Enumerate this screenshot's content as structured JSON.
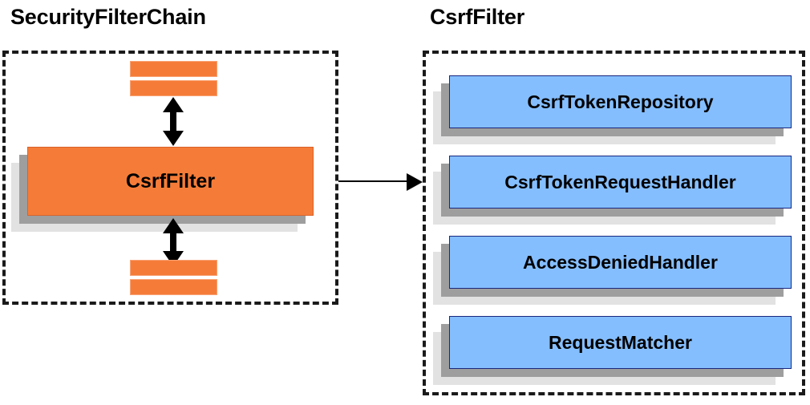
{
  "diagram": {
    "type": "component-block-diagram",
    "background_color": "#ffffff",
    "colors": {
      "orange_face": "#f57c38",
      "orange_border": "#d9622a",
      "blue_face": "#85beff",
      "blue_border": "#19277e",
      "shadow_mid": "#9e9e9e",
      "shadow_back": "#e2e2e2",
      "outline": "#1a1a1a",
      "text": "#000000"
    }
  },
  "left_panel": {
    "title": "SecurityFilterChain",
    "filter_box": {
      "label": "CsrfFilter"
    },
    "upper_bars": [
      {
        "name": "filter-bar-1"
      },
      {
        "name": "filter-bar-2"
      }
    ],
    "lower_bars": [
      {
        "name": "filter-bar-3"
      },
      {
        "name": "filter-bar-4"
      }
    ],
    "connectors": [
      {
        "name": "double-arrow-above-csrffilter",
        "direction": "bidirectional-vertical"
      },
      {
        "name": "double-arrow-below-csrffilter",
        "direction": "bidirectional-vertical"
      }
    ]
  },
  "link": {
    "name": "csrffilter-detail-arrow",
    "direction": "right",
    "from": "CsrfFilter",
    "to": "CsrfFilter"
  },
  "right_panel": {
    "title": "CsrfFilter",
    "collaborators": [
      {
        "label": "CsrfTokenRepository"
      },
      {
        "label": "CsrfTokenRequestHandler"
      },
      {
        "label": "AccessDeniedHandler"
      },
      {
        "label": "RequestMatcher"
      }
    ]
  }
}
